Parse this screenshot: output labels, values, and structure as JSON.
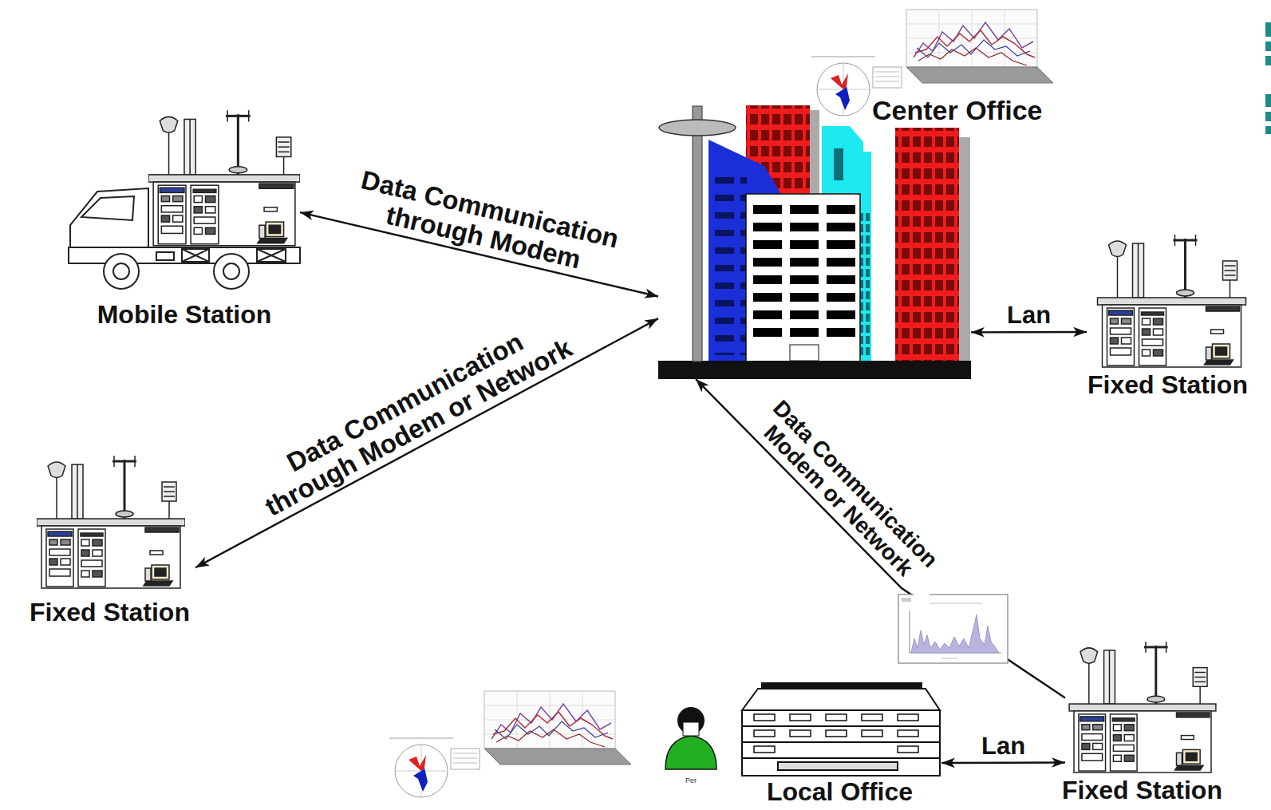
{
  "diagram": {
    "nodes": [
      {
        "text": [
          "Center Office"
        ]
      },
      {
        "text": [
          "Mobile Station"
        ]
      },
      {
        "text": [
          "Fixed Station"
        ]
      },
      {
        "text": [
          "Fixed Station"
        ]
      },
      {
        "text": [
          "Local Office"
        ]
      },
      {
        "text": [
          "Fixed Station"
        ]
      }
    ],
    "edges": [
      {
        "from": 1,
        "to": 0,
        "arrow": "both",
        "label": "Data Communication through Modem"
      },
      {
        "from": 3,
        "to": 0,
        "arrow": "both",
        "label": "Data Communication through Modem or Network"
      },
      {
        "from": 0,
        "to": 2,
        "arrow": "both",
        "label": "Lan"
      },
      {
        "from": 5,
        "to": 0,
        "arrow": "to",
        "label": "Data Communication Modem or Network"
      },
      {
        "from": 4,
        "to": 5,
        "arrow": "both",
        "label": "Lan"
      }
    ],
    "labels": [
      "Per"
    ]
  }
}
